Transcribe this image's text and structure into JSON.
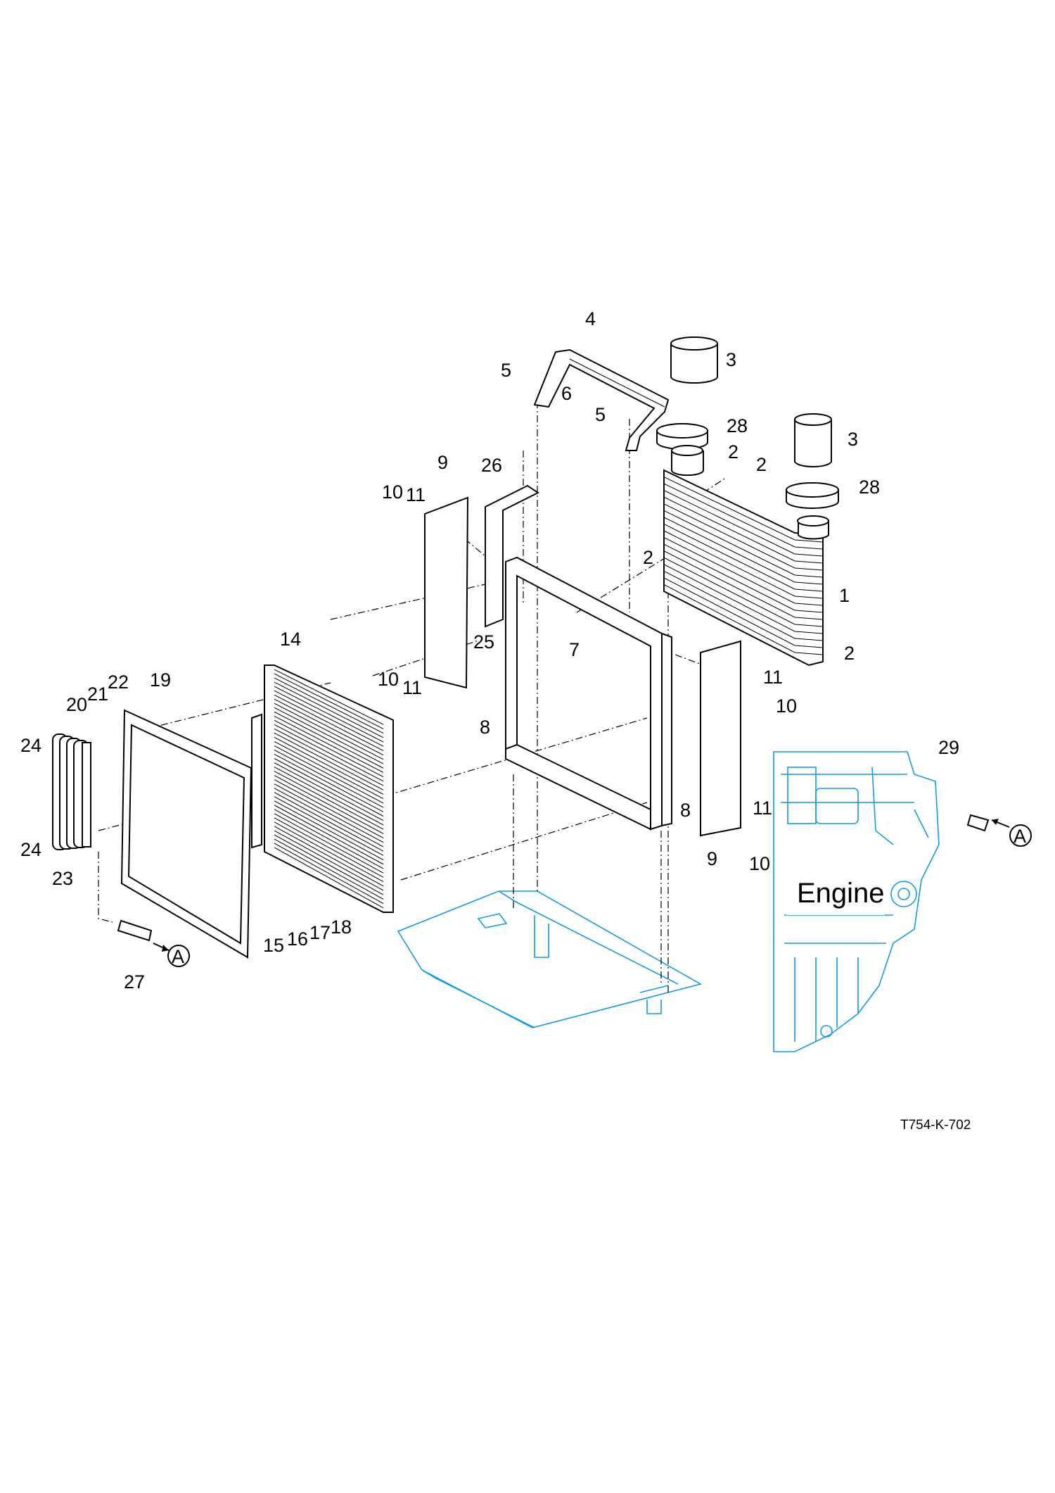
{
  "diagram": {
    "drawing_code": "T754-K-702",
    "engine_label": "Engine",
    "connection_marker": "A",
    "callouts": [
      "4",
      "3",
      "5",
      "6",
      "5",
      "28",
      "3",
      "2",
      "2",
      "9",
      "26",
      "28",
      "10",
      "11",
      "2",
      "1",
      "14",
      "25",
      "7",
      "2",
      "10",
      "11",
      "11",
      "10",
      "19",
      "22",
      "21",
      "20",
      "24",
      "8",
      "29",
      "8",
      "11",
      "24",
      "9",
      "10",
      "23",
      "15",
      "16",
      "17",
      "18",
      "27"
    ]
  },
  "colors": {
    "line": "#000000",
    "engine_blue": "#1a9ad6"
  }
}
